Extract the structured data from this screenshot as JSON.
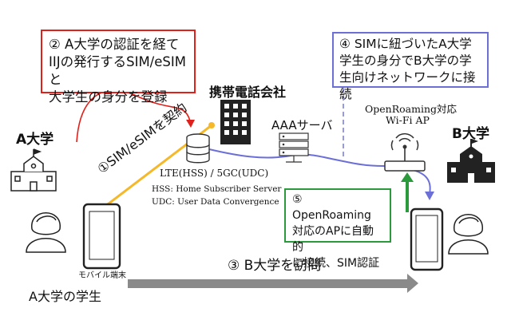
{
  "colors": {
    "red_line": "#e0201a",
    "blue_line": "#6b6fd6",
    "green": "#2a9a3c",
    "orange": "#f5b829",
    "gray_arrow": "#8a8a8a"
  },
  "boxes": {
    "red_text": "② A大学の認証を経て\nIIJの発行するSIM/eSIMと\n大学生の身分を登録",
    "blue_text": "④ SIMに紐づいたA大学\n学生の身分でB大学の学\n生向けネットワークに接続",
    "green_text": "⑤ OpenRoaming\n対応のAPに自動的\nに接続、SIM認証"
  },
  "labels": {
    "carrier": "携帯電話会社",
    "aaa_server": "AAAサーバ",
    "ap_title": "OpenRoaming対応",
    "ap_sub": "Wi-Fi AP",
    "univ_a": "A大学",
    "univ_b": "B大学",
    "contract": "①SIM/eSIMを契約",
    "lte": "LTE(HSS) / 5GC(UDC)",
    "hss": "HSS: Home Subscriber Server",
    "udc": "UDC: User Data Convergence",
    "device": "モバイル端末",
    "student": "A大学の学生",
    "visit": "③ B大学を訪問"
  }
}
